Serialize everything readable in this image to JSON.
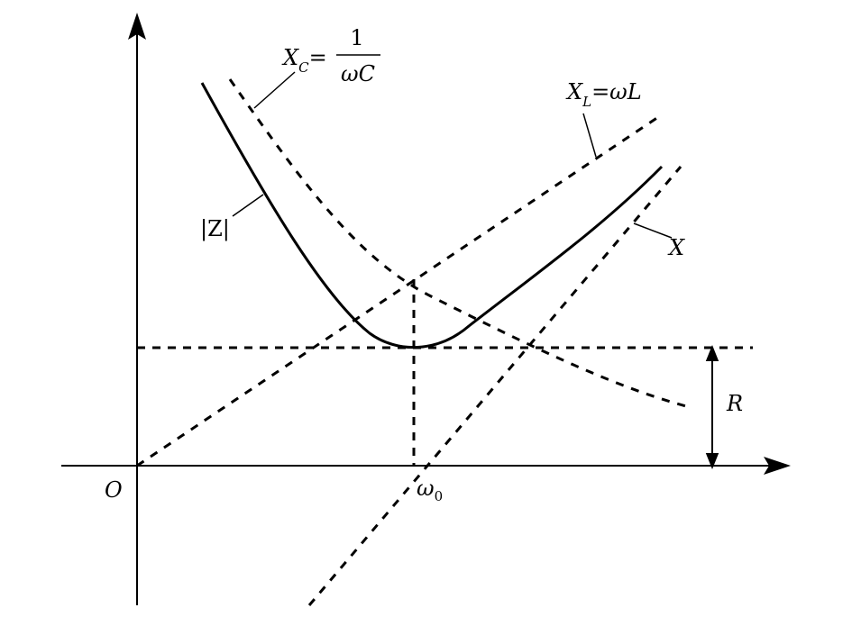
{
  "labels": {
    "xc_symbol": "X",
    "xc_sub": "C",
    "xc_eq": "=",
    "xc_num": "1",
    "xc_den": "ωC",
    "xl_symbol": "X",
    "xl_sub": "L",
    "xl_eq": "=ωL",
    "z": "|Z|",
    "x": "X",
    "r": "R",
    "origin": "O",
    "omega": "ω",
    "omega_sub": "0"
  },
  "colors": {
    "stroke": "#000000",
    "background": "#ffffff"
  }
}
